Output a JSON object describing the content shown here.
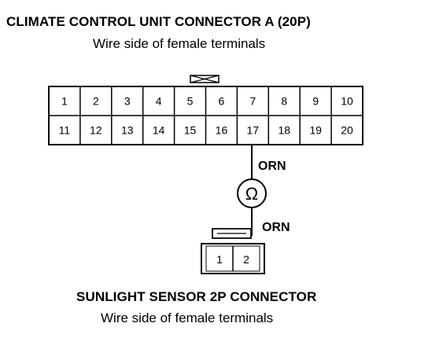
{
  "connector_a": {
    "title": "CLIMATE CONTROL UNIT CONNECTOR A (20P)",
    "subtitle": "Wire side of female terminals",
    "row1": [
      "1",
      "2",
      "3",
      "4",
      "5",
      "6",
      "7",
      "8",
      "9",
      "10"
    ],
    "row2": [
      "11",
      "12",
      "13",
      "14",
      "15",
      "16",
      "17",
      "18",
      "19",
      "20"
    ]
  },
  "wiring": {
    "upper_wire_color": "ORN",
    "lower_wire_color": "ORN",
    "meter_symbol": "Ω"
  },
  "sensor_connector": {
    "title": "SUNLIGHT SENSOR 2P CONNECTOR",
    "subtitle": "Wire side of female terminals",
    "terminals": [
      "1",
      "2"
    ]
  }
}
